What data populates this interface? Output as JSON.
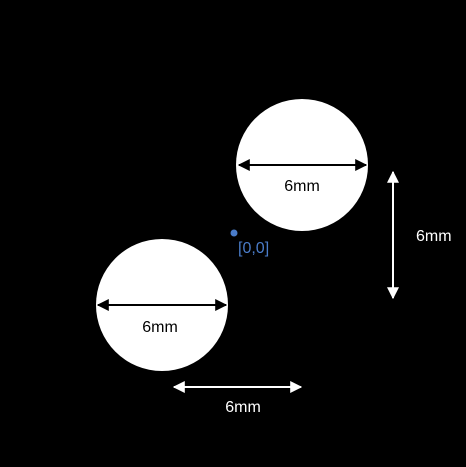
{
  "diagram": {
    "circles": [
      {
        "id": "upper-right",
        "diameter_label": "6mm"
      },
      {
        "id": "lower-left",
        "diameter_label": "6mm"
      }
    ],
    "origin": {
      "label": "[0,0]"
    },
    "vertical_spacing_label": "6mm",
    "horizontal_spacing_label": "6mm"
  },
  "colors": {
    "background": "#000000",
    "circle_fill": "#ffffff",
    "dimension_dark": "#000000",
    "dimension_light": "#ffffff",
    "origin": "#4a7cc9"
  }
}
